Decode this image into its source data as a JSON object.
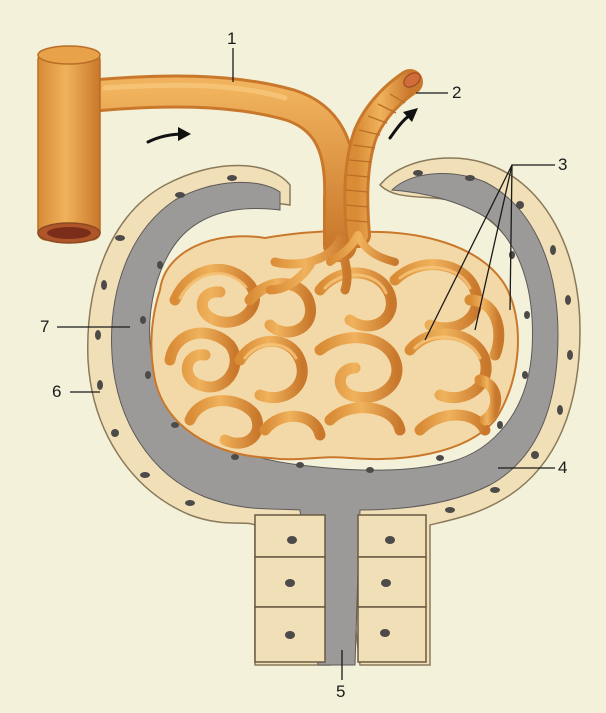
{
  "figure": {
    "labels": [
      {
        "id": "1",
        "text": "1"
      },
      {
        "id": "2",
        "text": "2"
      },
      {
        "id": "3",
        "text": "3"
      },
      {
        "id": "4",
        "text": "4"
      },
      {
        "id": "5",
        "text": "5"
      },
      {
        "id": "6",
        "text": "6"
      },
      {
        "id": "7",
        "text": "7"
      }
    ],
    "colors": {
      "background": "#f3f1da",
      "vessel": "#e8a24a",
      "vessel_dark": "#c97a2a",
      "capsule_space": "#9c9a98",
      "epithelium": "#f1dfb8",
      "nucleus": "#4d4a4a"
    }
  }
}
